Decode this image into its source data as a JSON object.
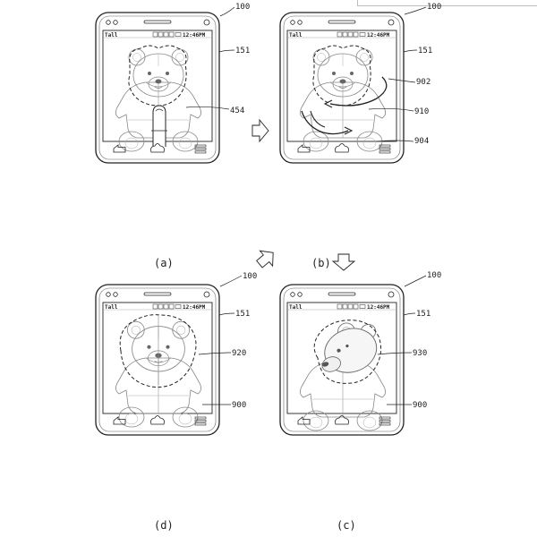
{
  "status": {
    "signal": "Tall",
    "time": "12:46PM"
  },
  "panels": [
    {
      "id": "a",
      "caption": "(a)",
      "device_ref": "100",
      "screen_ref": "151",
      "callouts": [
        "454"
      ]
    },
    {
      "id": "b",
      "caption": "(b)",
      "device_ref": "100",
      "screen_ref": "151",
      "callouts": [
        "902",
        "910",
        "904"
      ]
    },
    {
      "id": "d",
      "caption": "(d)",
      "device_ref": "100",
      "screen_ref": "151",
      "callouts": [
        "920",
        "900"
      ]
    },
    {
      "id": "c",
      "caption": "(c)",
      "device_ref": "100",
      "screen_ref": "151",
      "callouts": [
        "930",
        "900"
      ]
    }
  ],
  "icons": {
    "back": "back-arrow-icon",
    "home": "home-icon",
    "menu": "menu-icon",
    "flow": "flow-arrow-icon"
  }
}
